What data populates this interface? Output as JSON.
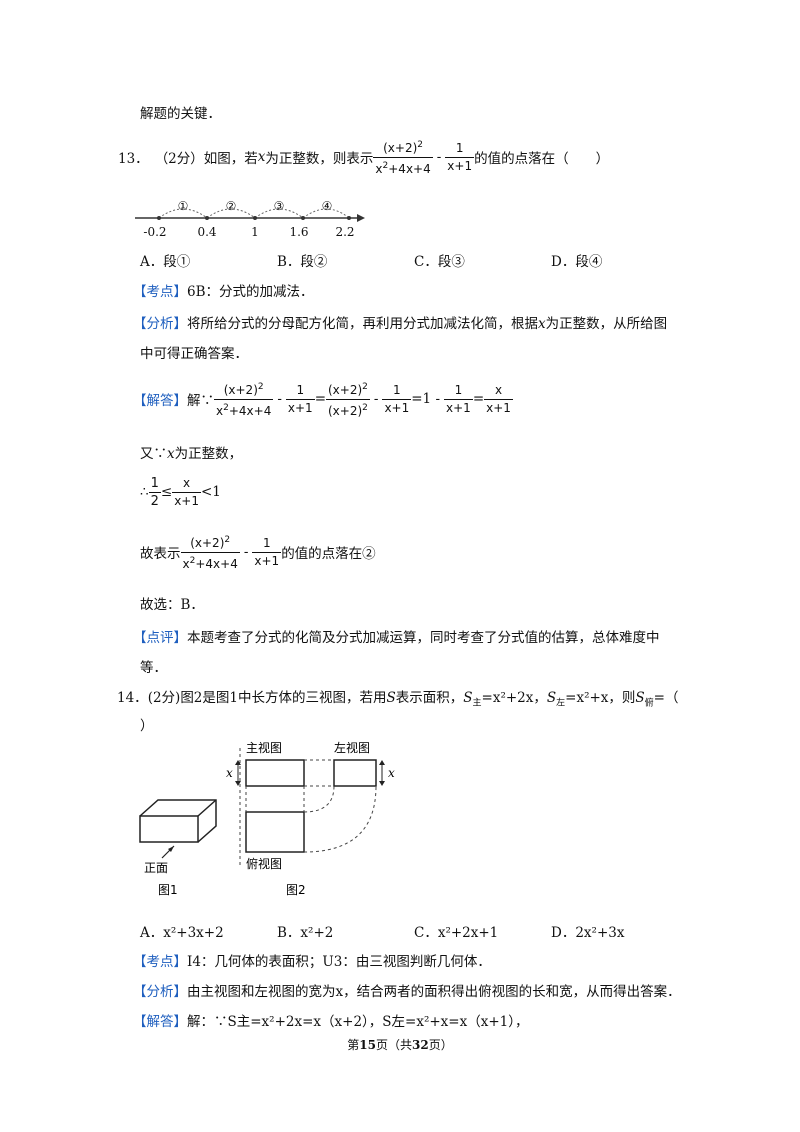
{
  "top_line": "解题的关键．",
  "q13": {
    "number": "13．",
    "score": "（2分）",
    "stem_a": "如图，若",
    "var_x": "x",
    "stem_b": "为正整数，则表示",
    "frac1_num": "(x+2)",
    "frac1_num_exp": "2",
    "frac1_den_a": "x",
    "frac1_den_exp": "2",
    "frac1_den_b": "+4x+4",
    "minus": "-",
    "frac2_num": "1",
    "frac2_den": "x+1",
    "stem_c": "的值的点落在（　　）",
    "numberline": {
      "ticks": [
        "-0.2",
        "0.4",
        "1",
        "1.6",
        "2.2"
      ],
      "segments": [
        "①",
        "②",
        "③",
        "④"
      ]
    },
    "options": [
      "A．段①",
      "B．段②",
      "C．段③",
      "D．段④"
    ],
    "kaodian_tag": "【考点】",
    "kaodian_text": "6B：分式的加减法．",
    "fenxi_tag": "【分析】",
    "fenxi_line1_a": "将所给分式的分母配方化简，再利用分式加减法化简，根据",
    "fenxi_line1_b": "为正整数，从所给图",
    "fenxi_line2": "中可得正确答案．",
    "jieda_tag": "【解答】",
    "jieda_prefix": "解∵",
    "eq": "=",
    "eq_mid": "=1 -",
    "frac3_num_a": "(x+2)",
    "frac3_den": "(x+2)",
    "frac_x_num": "x",
    "you_a": "又∵",
    "you_b": "为正整数，",
    "therefore": "∴",
    "half_num": "1",
    "half_den": "2",
    "leq": "≤",
    "lt1": "<1",
    "gu_a": "故表示",
    "gu_b": "的值的点落在②",
    "guxuan": "故选：B．",
    "dianping_tag": "【点评】",
    "dianping_line1": "本题考查了分式的化简及分式加减运算，同时考查了分式值的估算，总体难度中",
    "dianping_line2": "等．"
  },
  "q14": {
    "number": "14．",
    "score": "(2分)",
    "stem": "图2是图1中长方体的三视图，若用",
    "var_s": "S",
    "stem2": "表示面积，",
    "s_zhu": "S",
    "sub_zhu": "主",
    "eq_zhu": "=x²+2x，",
    "s_zuo": "S",
    "sub_zuo": "左",
    "eq_zuo": "=x²+x，则",
    "s_fu": "S",
    "sub_fu": "俯",
    "eq_fu": "=（",
    "close_paren": "）",
    "fig": {
      "label_main": "主视图",
      "label_left": "左视图",
      "label_top": "俯视图",
      "label_front": "正面",
      "label_fig1": "图1",
      "label_fig2": "图2",
      "x_label": "x"
    },
    "options": [
      "A．x²+3x+2",
      "B．x²+2",
      "C．x²+2x+1",
      "D．2x²+3x"
    ],
    "kaodian_tag": "【考点】",
    "kaodian_text": "I4：几何体的表面积；U3：由三视图判断几何体．",
    "fenxi_tag": "【分析】",
    "fenxi_text": "由主视图和左视图的宽为x，结合两者的面积得出俯视图的长和宽，从而得出答案．",
    "jieda_tag": "【解答】",
    "jieda_text": "解：∵S主=x²+2x=x（x+2），S左=x²+x=x（x+1），"
  },
  "footer": {
    "pre": "第",
    "page": "15",
    "mid": "页（共",
    "total": "32",
    "post": "页）"
  }
}
